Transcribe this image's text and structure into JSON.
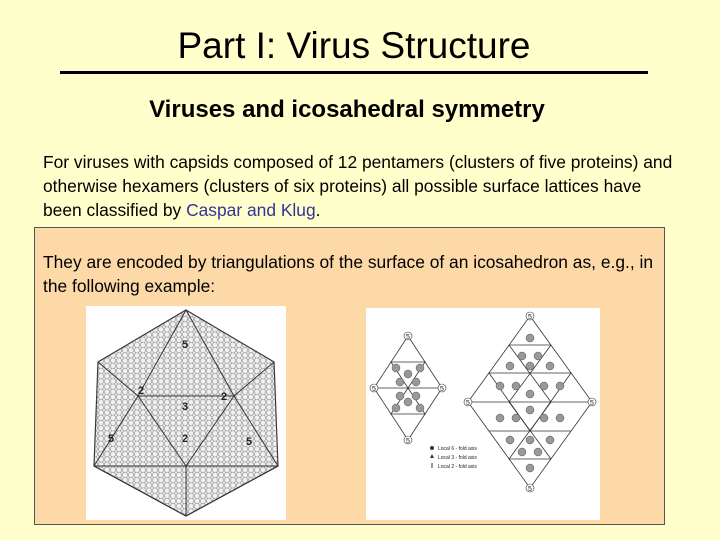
{
  "slide": {
    "title": "Part I: Virus Structure",
    "subtitle": "Viruses and icosahedral symmetry",
    "intro_text": "For viruses with capsids composed of 12 pentamers (clusters of five proteins) and otherwise hexamers (clusters of six proteins) all possible surface lattices have been classified by ",
    "intro_link": "Caspar and Klug",
    "intro_end": ".",
    "panel_text": "They are encoded by triangulations of the surface of an icosahedron as, e.g., in the following example:"
  },
  "figure_left": {
    "labels": {
      "top_five": "5",
      "left_two": "2",
      "center_three": "3",
      "right_two": "2",
      "bottom_left_five": "5",
      "bottom_center_two": "2",
      "bottom_right_five": "5"
    }
  },
  "figure_right": {
    "left_top_label": "5",
    "left_left_label": "5",
    "left_right_label": "5",
    "left_bottom_label": "5",
    "right_top_label": "5",
    "right_left_label": "5",
    "right_right_label": "5",
    "right_bottom_label": "5",
    "legend": [
      "Local 6 - fold axis",
      "Local 3 - fold axis",
      "Local 2 - fold axis"
    ]
  }
}
